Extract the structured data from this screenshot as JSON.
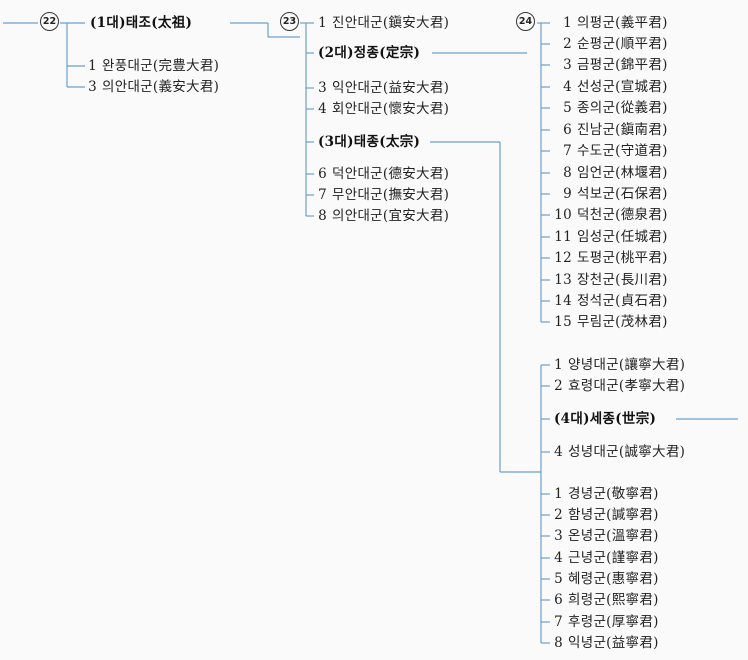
{
  "line_color": "#6a9fcf",
  "generations": {
    "g22": "22",
    "g23": "23",
    "g24": "24"
  },
  "col1": {
    "king": {
      "ord": "(1대)",
      "name": "태조(太祖)"
    },
    "sons": [
      {
        "n": "1",
        "name": "완풍대군(完豊大君)"
      },
      {
        "n": "3",
        "name": "의안대군(義安大君)"
      }
    ]
  },
  "col2": {
    "items": [
      {
        "n": "1",
        "name": "진안대군(鎭安大君)"
      },
      {
        "n": "3",
        "name": "익안대군(益安大君)"
      },
      {
        "n": "4",
        "name": "회안대군(懷安大君)"
      },
      {
        "n": "6",
        "name": "덕안대군(德安大君)"
      },
      {
        "n": "7",
        "name": "무안대군(撫安大君)"
      },
      {
        "n": "8",
        "name": "의안대군(宜安大君)"
      }
    ],
    "king2": {
      "ord": "(2대)",
      "name": "정종(定宗)"
    },
    "king3": {
      "ord": "(3대)",
      "name": "태종(太宗)"
    }
  },
  "col3": {
    "items": [
      {
        "n": "1",
        "name": "의평군(義平君)"
      },
      {
        "n": "2",
        "name": "순평군(順平君)"
      },
      {
        "n": "3",
        "name": "금평군(錦平君)"
      },
      {
        "n": "4",
        "name": "선성군(宣城君)"
      },
      {
        "n": "5",
        "name": "종의군(從義君)"
      },
      {
        "n": "6",
        "name": "진남군(鎭南君)"
      },
      {
        "n": "7",
        "name": "수도군(守道君)"
      },
      {
        "n": "8",
        "name": "임언군(林堰君)"
      },
      {
        "n": "9",
        "name": "석보군(石保君)"
      },
      {
        "n": "10",
        "name": "덕천군(德泉君)"
      },
      {
        "n": "11",
        "name": "임성군(任城君)"
      },
      {
        "n": "12",
        "name": "도평군(桃平君)"
      },
      {
        "n": "13",
        "name": "장천군(長川君)"
      },
      {
        "n": "14",
        "name": "정석군(貞石君)"
      },
      {
        "n": "15",
        "name": "무림군(茂林君)"
      }
    ]
  },
  "col4": {
    "top": [
      {
        "n": "1",
        "name": "양녕대군(讓寧大君)"
      },
      {
        "n": "2",
        "name": "효령대군(孝寧大君)"
      }
    ],
    "king4": {
      "ord": "(4대)",
      "name": "세종(世宗)"
    },
    "mid": [
      {
        "n": "4",
        "name": "성녕대군(誠寧大君)"
      }
    ],
    "bottom": [
      {
        "n": "1",
        "name": "경녕군(敬寧君)"
      },
      {
        "n": "2",
        "name": "함녕군(諴寧君)"
      },
      {
        "n": "3",
        "name": "온녕군(溫寧君)"
      },
      {
        "n": "4",
        "name": "근녕군(謹寧君)"
      },
      {
        "n": "5",
        "name": "혜령군(惠寧君)"
      },
      {
        "n": "6",
        "name": "희령군(熙寧君)"
      },
      {
        "n": "7",
        "name": "후령군(厚寧君)"
      },
      {
        "n": "8",
        "name": "익녕군(益寧君)"
      }
    ]
  }
}
